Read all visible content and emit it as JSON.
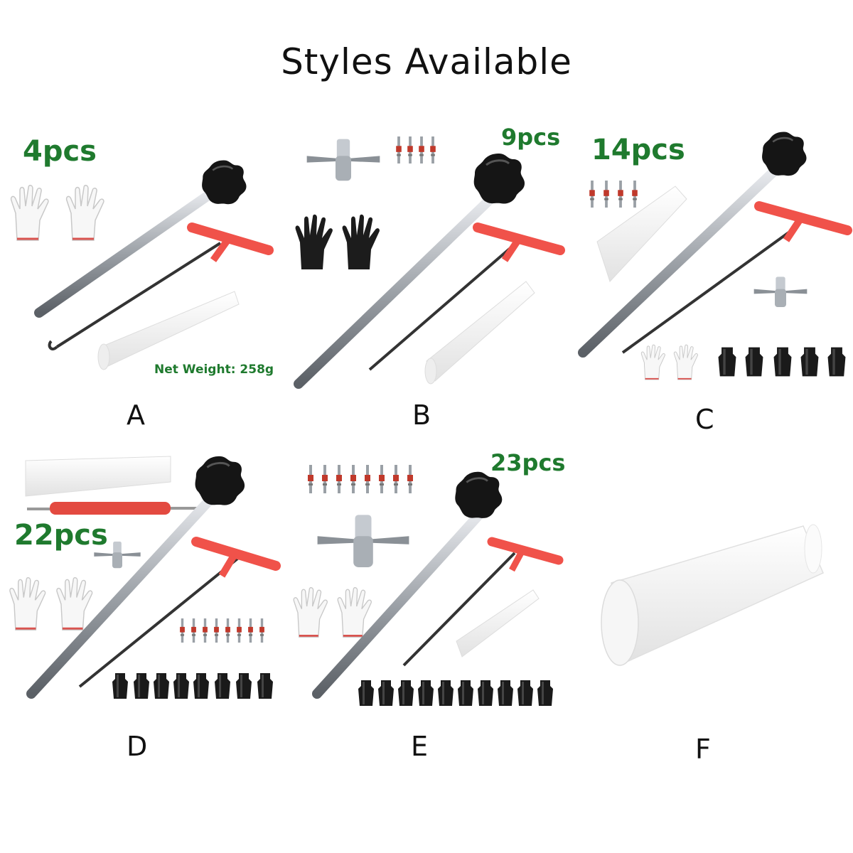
{
  "title": "Styles Available",
  "styles": [
    {
      "letter": "A",
      "count": "4pcs",
      "note": "Net Weight: 258g"
    },
    {
      "letter": "B",
      "count": "9pcs"
    },
    {
      "letter": "C",
      "count": "14pcs"
    },
    {
      "letter": "D",
      "count": "22pcs"
    },
    {
      "letter": "E",
      "count": "23pcs"
    },
    {
      "letter": "F"
    }
  ],
  "colors": {
    "count_text": "#1f7a2e",
    "t_handle": "#f0524a",
    "knob": "#151515",
    "rod": "#b8bcc2",
    "cone": "#f3f3f3"
  }
}
